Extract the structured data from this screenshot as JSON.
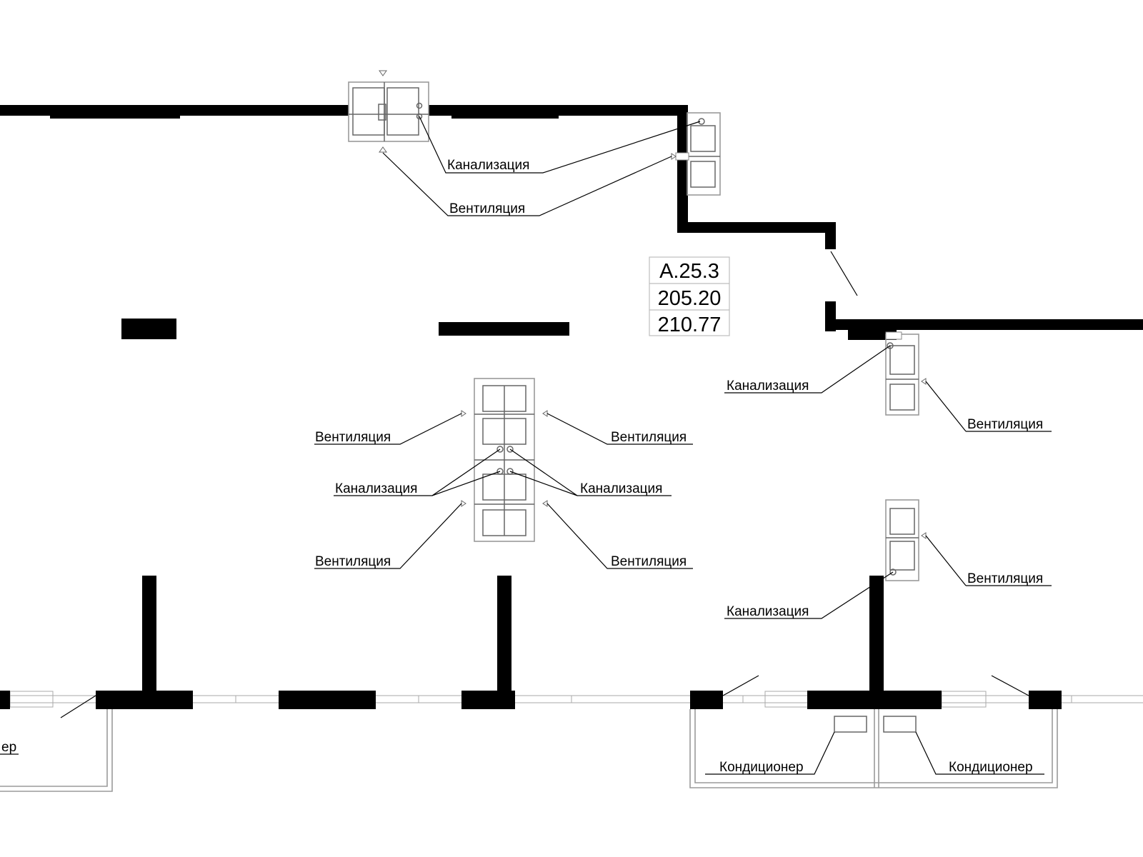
{
  "room": {
    "id": "A.25.3",
    "area_1": "205.20",
    "area_2": "210.77"
  },
  "labels": {
    "sewer": "Канализация",
    "vent": "Вентиляция",
    "ac": "Кондиционер",
    "ac_cut": "ер"
  }
}
